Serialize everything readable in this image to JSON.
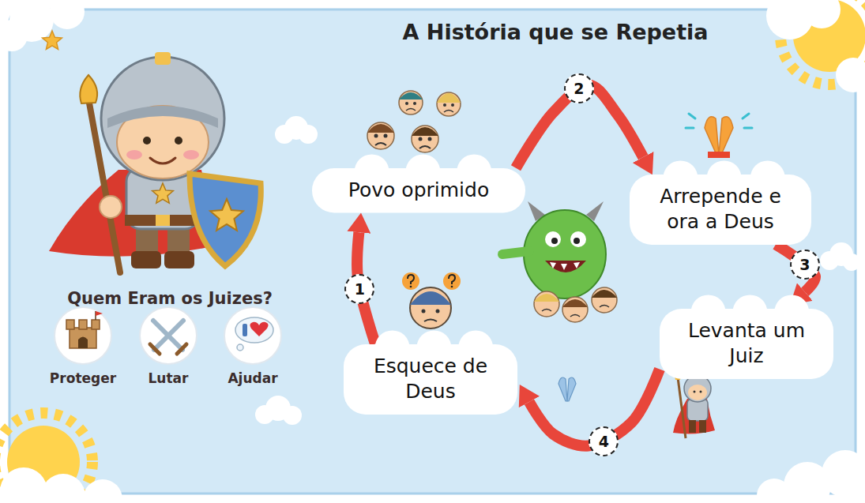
{
  "diagram": {
    "title": "A História que se Repetia",
    "nodes": [
      {
        "text": [
          "Povo oprimido"
        ]
      },
      {
        "text": [
          "Arrepende e ora a Deus"
        ]
      },
      {
        "text": [
          "Levanta um Juiz"
        ]
      },
      {
        "text": [
          "Esquece de Deus"
        ]
      }
    ],
    "edges": [
      {
        "from": 0,
        "to": 1,
        "arrow": "to",
        "label": "2"
      },
      {
        "from": 1,
        "to": 2,
        "arrow": "to",
        "label": "3"
      },
      {
        "from": 2,
        "to": 3,
        "arrow": "to",
        "label": "4"
      },
      {
        "from": 3,
        "to": 0,
        "arrow": "to",
        "label": "1"
      }
    ],
    "labels": [
      "Quem Eram os Juizes?",
      "Proteger",
      "Lutar",
      "Ajudar"
    ]
  }
}
